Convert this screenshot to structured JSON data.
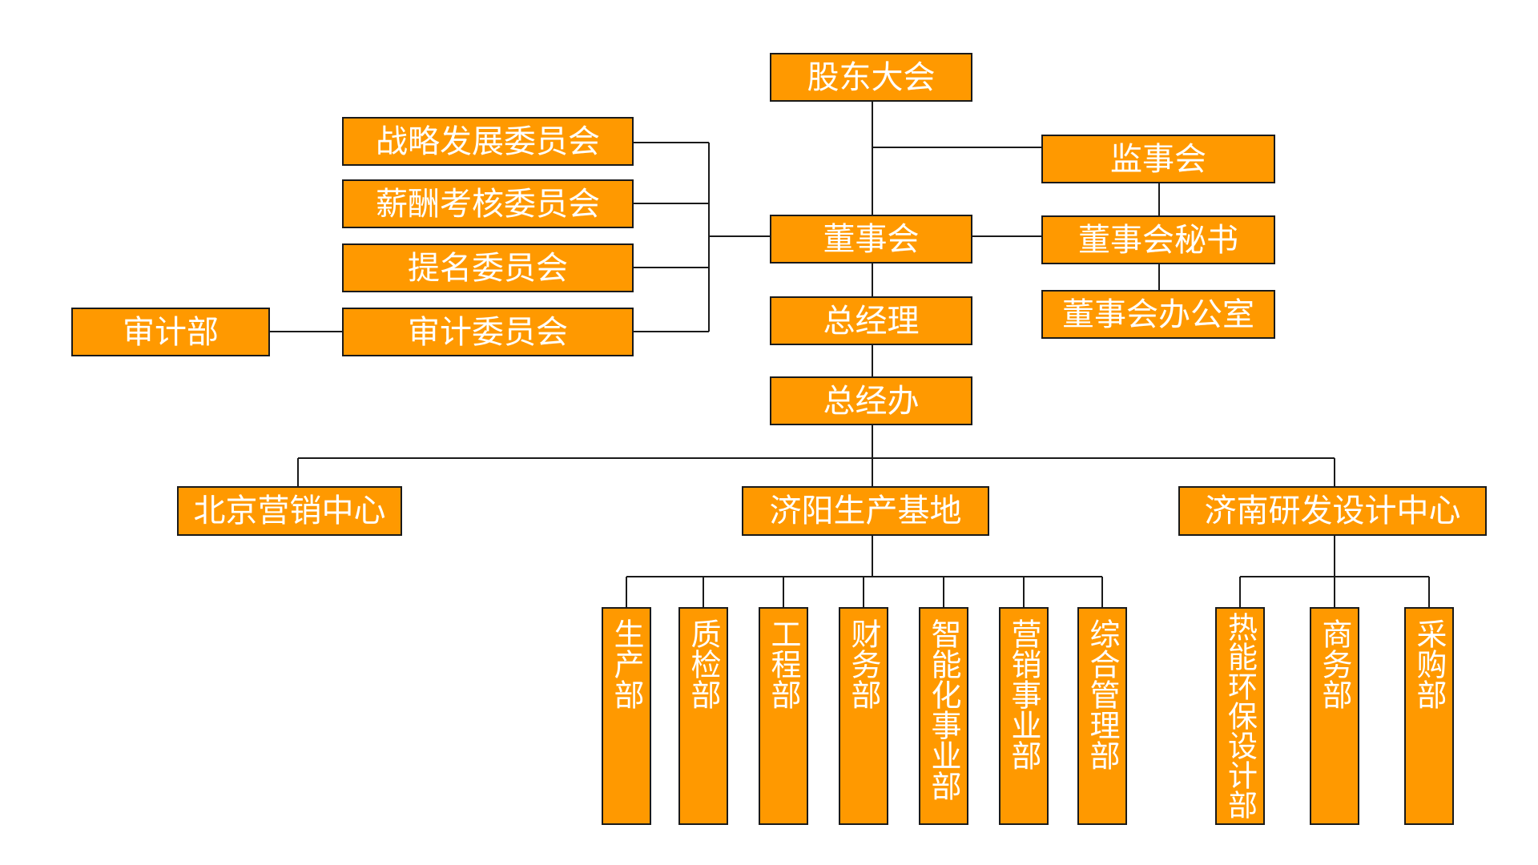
{
  "org_chart": {
    "top": {
      "shareholders": "股东大会",
      "supervisory_board": "监事会",
      "board": "董事会",
      "board_secretary": "董事会秘书",
      "board_office": "董事会办公室",
      "general_manager": "总经理",
      "gm_office": "总经办"
    },
    "committees": {
      "strategy": "战略发展委员会",
      "compensation": "薪酬考核委员会",
      "nomination": "提名委员会",
      "audit": "审计委员会",
      "audit_dept": "审计部"
    },
    "centers": {
      "beijing": "北京营销中心",
      "jiyang": "济阳生产基地",
      "jinan": "济南研发设计中心"
    },
    "jiyang_departments": [
      "生产部",
      "质检部",
      "工程部",
      "财务部",
      "智能化事业部",
      "营销事业部",
      "综合管理部"
    ],
    "jinan_departments": [
      "热能环保设计部",
      "商务部",
      "采购部"
    ]
  },
  "colors": {
    "box_fill": "#FF9900",
    "box_border": "#1a1a1a",
    "box_text": "#FFFFFF",
    "connector": "#1a1a1a"
  }
}
